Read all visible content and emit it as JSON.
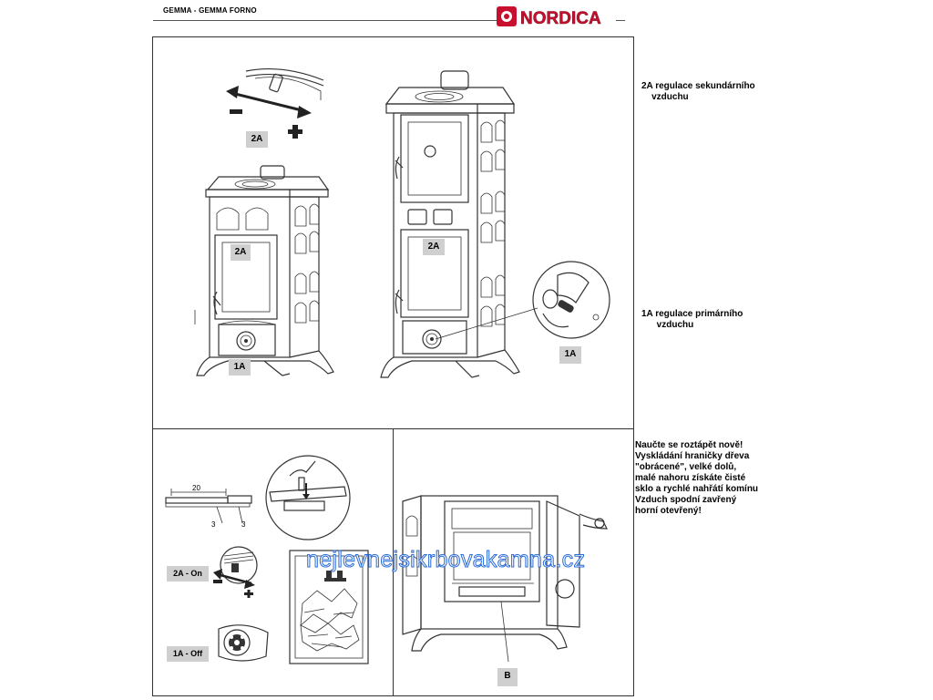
{
  "header": {
    "title": "GEMMA - GEMMA FORNO",
    "brand": "NORDICA"
  },
  "notes": {
    "secondary_air": "2A regulace sekundárního\n    vzduchu",
    "primary_air": "1A regulace primárního\n      vzduchu",
    "tip": "Naučte se roztápět nově!\nVyskládání hraničky dřeva\n\"obrácené\", velké dolů,\nmalé nahoru získáte čisté\nsklo a rychlé nahřátí komínu\nVzduch spodní zavřený\nhorní otevřený!"
  },
  "labels": {
    "l2a_top": "2A",
    "l2a_small_stove": "2A",
    "l1a_small_stove": "1A",
    "l2a_tall_stove": "2A",
    "l1a_detail": "1A",
    "l2a_on": "2A - On",
    "l1a_off": "1A - Off",
    "lb": "B"
  },
  "dimensions": {
    "d20": "20",
    "d3a": "3",
    "d3b": "3"
  },
  "watermark": "nejlevnejsikrbovakamna.cz"
}
